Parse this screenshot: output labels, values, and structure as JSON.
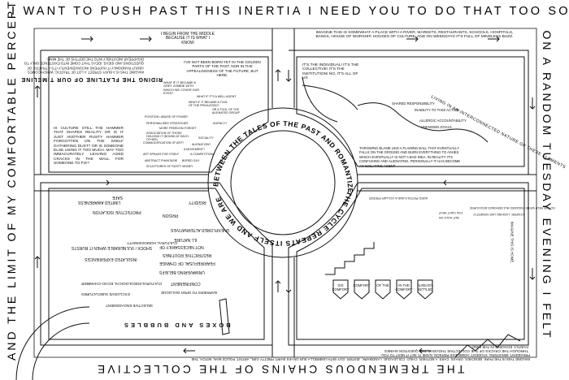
{
  "border": {
    "top": "I WANT TO PUSH PAST THIS INERTIA   I NEED YOU TO DO THAT TOO SO",
    "right": "ON A RANDOM TUESDAY EVENING I FELT",
    "bottom": "THE TREMENDOUS CHAINS OF THE COLLECTIVE",
    "left": "AND THE LIMIT OF MY COMFORTABLE PERCEPTION"
  },
  "circle": {
    "top_arc": "BETWEEN THE TALES OF THE PAST AND ROMANTIZED FUTURE",
    "bottom_arc": "THE CYCLE REPEATS ITSELF AND WE ARE"
  },
  "notes": {
    "begin_middle": "I BEGIN FROM THE MIDDLE BECAUSE IT IS WHAT I KNOW",
    "imagine_place": "IMAGINE THIS IS SOMEWHAT A PLACE WITH A RIVER, MARKETS, RESTAURANTS, SCHOOLS, HOSPITALS, BANKS, HOUSE OF WORSHIP, HOUSES OF CULTURE, AND ON WEEKDAYS IT'S FULL OF MINDLESS BUZZ.",
    "imagine_busy": "IMAGINE THIS IS A BUSY STREET. A LOT OF TRAFFIC, WHICH COMES ABOUT RANDOMLY IT HAPPENS INCONVENIENTLY IT'S A TRAFFIC OF QUESTIONS AND IDEAS, IDEAS THAT COME INTO EXISTENCE ONLY TO DISAPPEAR INEVITABLY INTO THE DEPTHS OF THE MIND.",
    "golden": "I'VE NOT BEEN BORN YET IN THE GOLDEN PARTS OF THE PAST, NOR IN THE APPEALINGNESS OF THE FUTURE, BUT HERE.",
    "riding": "RIDING THE FLATLINE OF OUR TIMELINE",
    "culture_hammer": "IS CULTURE STILL THE HAMMER THAT SHAPES REALITY OR IS IT JUST ANOTHER RUSTY HAMMER FORGOTTEN ON THE SHELF GATHERING DUST? OR IS SOMEONE ELSE USING IT TOO MUCH. MAY TOO IMMACURATELY LEAVING AGED CRACKS IN THE WALL FOR SOMEONE TO FIX?",
    "individual": "IT'S THE INDIVIDUAL! IT'S THE COLLECTIVE! IT'S THE INSTITUTION! NO, IT'S ALL OF US",
    "living": "LIVING IN AN INTERCONNECTED NATURE OF THESE ELEMENTS",
    "blame": "THROWING BLAME LIKE A FLAMING BALL THAT EVENTUALLY FALLS ON THE GROUND AND BURN EVERYTHING TO ASHES. WHICH EVENTUALLY IS NOT A BAD IDEA. IN REALITY IT'S CONFUSING AND ALIENATING, PERSONALLY IT HAS BECOME AN ISOLATING AGENT",
    "bottom_para": "IMAGINE THIS IS THE PARK. BENCHES, GRASS, CARS, A MOTHER, CHILD, COLLEAGUE, LANDMARK, JESTER, GUY WITH UMBRELLA SUN ON HIS SHIRT, PRETTY GIRL, ARTIST, POLICE MAN, WITCH, THE PRESIDENT, MINISTERS, STUDENT, HOMELESS PERSON, NAME IT, SET IT NEXT TO YOU.",
    "cracks": "THROUGH THE CRACKS OF THE COLLECTIVE THOUGHT, THE QUESTION SHINES FAINTLY, ECHOING IN THE MIND.",
    "home": "IMAGINE THIS IS HOME.",
    "boxes": "BOXES AND BUBBLES",
    "safe": "SAFE"
  },
  "small_tags": {
    "shared": "SHARED RESPONSIBILITY",
    "inability": "INABILITY TO TAKE ACTION",
    "allergic": "ALLERGIC ACCOUNTABILITY",
    "unknown": "UNKNOWN GOALS",
    "what_if_1": "WHAT IF IT BECAME A GREY ZOMBIE WITH WHICH WE COVER OUR EYES?",
    "what_if_2": "WHAT IF IT'S A WELL AGENT",
    "what_if_3": "WHAT IF IT BECAME A TOOL OF THE PRIVILEGED?",
    "what_if_4": "OR A TOOL OF THE ALIENATED GROUP",
    "position": "POSITION / ABUSE OF POWER",
    "personalised": "PERSONALISED STRATEGIES",
    "agency": "AGENCY?",
    "more_freedom": "MORE FREEDOM FORGET",
    "association": "ASSOCIATION OF THOSE HOLDING IT (BOUND AT EACH OTHER)",
    "sociality": "SOCIALITY",
    "commodification": "COMMODIFICATION OF ART?",
    "alienation": "ALIENATION?",
    "amendment": "A MOVEMENT?",
    "speaking": "ART SPEAKS FOR ITSELF",
    "competition": "A COMPETITION?",
    "abstract": "ABSTRACT PHANTASIE",
    "bored": "BORED GUY",
    "sculptures": "SCULPTURES OF RUSTY MONEY",
    "aged": "AGED PISTOLS AND A COLLAR FREEZE",
    "cant_help": "YOU CAN'T HELP",
    "hold_on": "BUT HOLD ON",
    "do_help": "DO THE HELP WE'RE ENGAGED IN A SEEKINGS DISCOURSE",
    "do_help2": "COURSE, LOOKING LIKE HONESTLY"
  },
  "street_words": [
    "RIGIDITY",
    "PRISON",
    "UNEXPLORED ALTERNATIVES",
    "ILL NATURE",
    "NOT NECESSARILY OF",
    "RESTRICTIVE ROUTINES",
    "FEAR/REFUSAL OF CHANGE",
    "UNWAVERING BELIEFS",
    "CONFINEMENT",
    "BARRIERS TO OPEN DIALOGUE",
    "CULTURAL/IDEOLOGICAL ECHO CHAMBER",
    "EXCLUSIVE SUBCULTURES",
    "SELECTIVE ENGAGEMENT",
    "PROTECTIVE ISOLATION",
    "LIMITED AWARENESS",
    "SHOCK / VULNERABLE WHEN IT BURSTS",
    "INSULATED EXPERIENCES",
    "CULTURAL HOMOGENEITY"
  ],
  "arrow_labels": [
    "DIS COMFORT",
    "COMFORT",
    "OF THE",
    "IN THE COMFORT",
    "ALREADY SETTLED"
  ]
}
